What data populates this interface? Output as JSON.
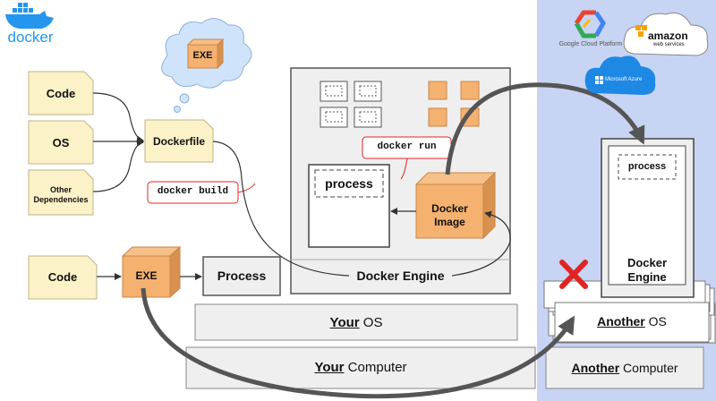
{
  "brand": {
    "logo_text": "docker"
  },
  "clouds": {
    "google": "Google Cloud Platform",
    "aws_main": "amazon",
    "aws_sub": "web services",
    "azure": "Microsoft Azure"
  },
  "inputs": {
    "code": "Code",
    "os": "OS",
    "other_line1": "Other",
    "other_line2": "Dependencies"
  },
  "dockerfile": "Dockerfile",
  "thought_exe": "EXE",
  "commands": {
    "build": "docker build",
    "run": "docker run"
  },
  "engine": {
    "process_label": "process",
    "image_line1": "Docker",
    "image_line2": "Image",
    "engine_label": "Docker Engine"
  },
  "bottom": {
    "code": "Code",
    "exe": "EXE",
    "process": "Process"
  },
  "your_os": {
    "bold": "Your",
    "rest": " OS"
  },
  "your_computer": {
    "bold": "Your",
    "rest": " Computer"
  },
  "another": {
    "process_label": "process",
    "engine_line1": "Docker",
    "engine_line2": "Engine",
    "os_bold": "Another",
    "os_rest": " OS",
    "comp_bold": "Another",
    "comp_rest": " Computer"
  },
  "colors": {
    "note_fill": "#fbf2c8",
    "note_stroke": "#bfb488",
    "orange": "#f4b16f",
    "orange_dark": "#c9864a",
    "panel_blue": "#c7d4f3",
    "gray_box": "#efefef",
    "red": "#e02424",
    "arrow": "#555555"
  }
}
